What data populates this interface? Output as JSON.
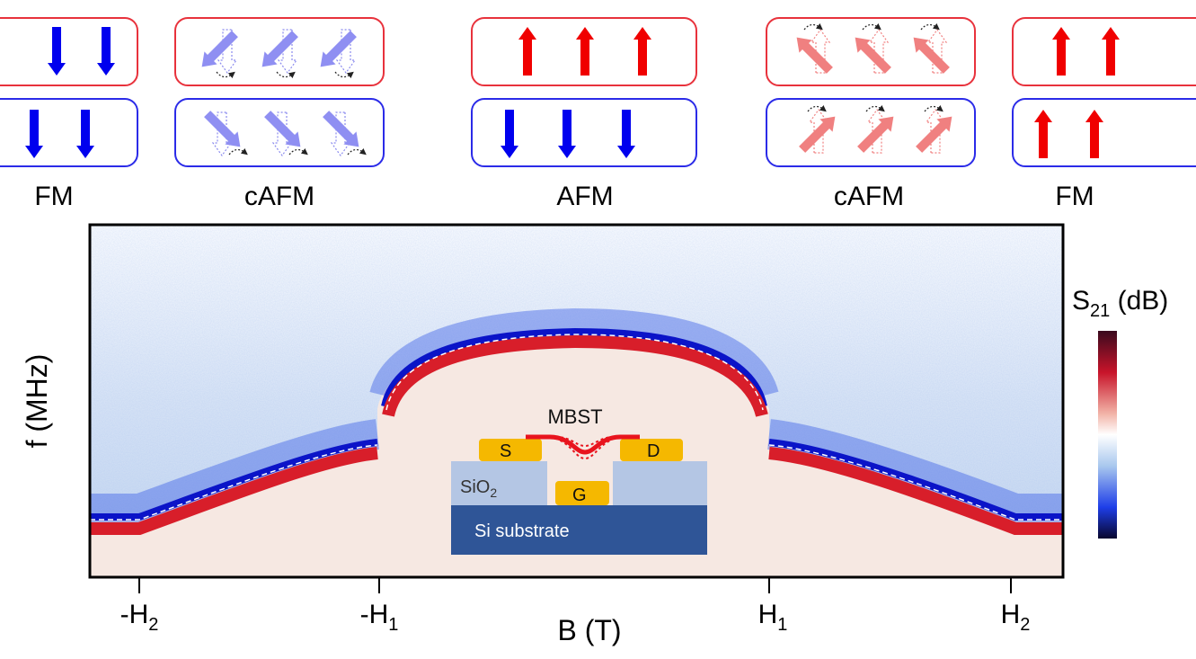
{
  "phases": [
    {
      "label": "FM"
    },
    {
      "label": "cAFM"
    },
    {
      "label": "AFM"
    },
    {
      "label": "cAFM"
    },
    {
      "label": "FM"
    }
  ],
  "plot": {
    "ylabel": "f (MHz)",
    "xlabel": "B (T)",
    "xticks": [
      {
        "base": "-H",
        "sub": "2"
      },
      {
        "base": "-H",
        "sub": "1"
      },
      {
        "base": "H",
        "sub": "1"
      },
      {
        "base": "H",
        "sub": "2"
      }
    ],
    "colorbar": {
      "label_base": "S",
      "label_sub": "21",
      "label_unit": " (dB)",
      "colors": [
        "#3a0a1e",
        "#c8142a",
        "#f2b4a8",
        "#ffffff",
        "#a9c8ee",
        "#1e3ee8",
        "#08062e"
      ]
    }
  },
  "inset": {
    "title": "MBST",
    "source": "S",
    "drain": "D",
    "gate": "G",
    "oxide_base": "SiO",
    "oxide_sub": "2",
    "substrate": "Si substrate",
    "colors": {
      "contact": "#f5b800",
      "oxide": "#b4c6e4",
      "substrate": "#2f5597",
      "membrane": "#e8141e"
    }
  },
  "colors": {
    "top_layer": "#e8323c",
    "bottom_layer": "#2b2be8",
    "up_arrow": "#f00000",
    "down_arrow": "#0000ee"
  }
}
